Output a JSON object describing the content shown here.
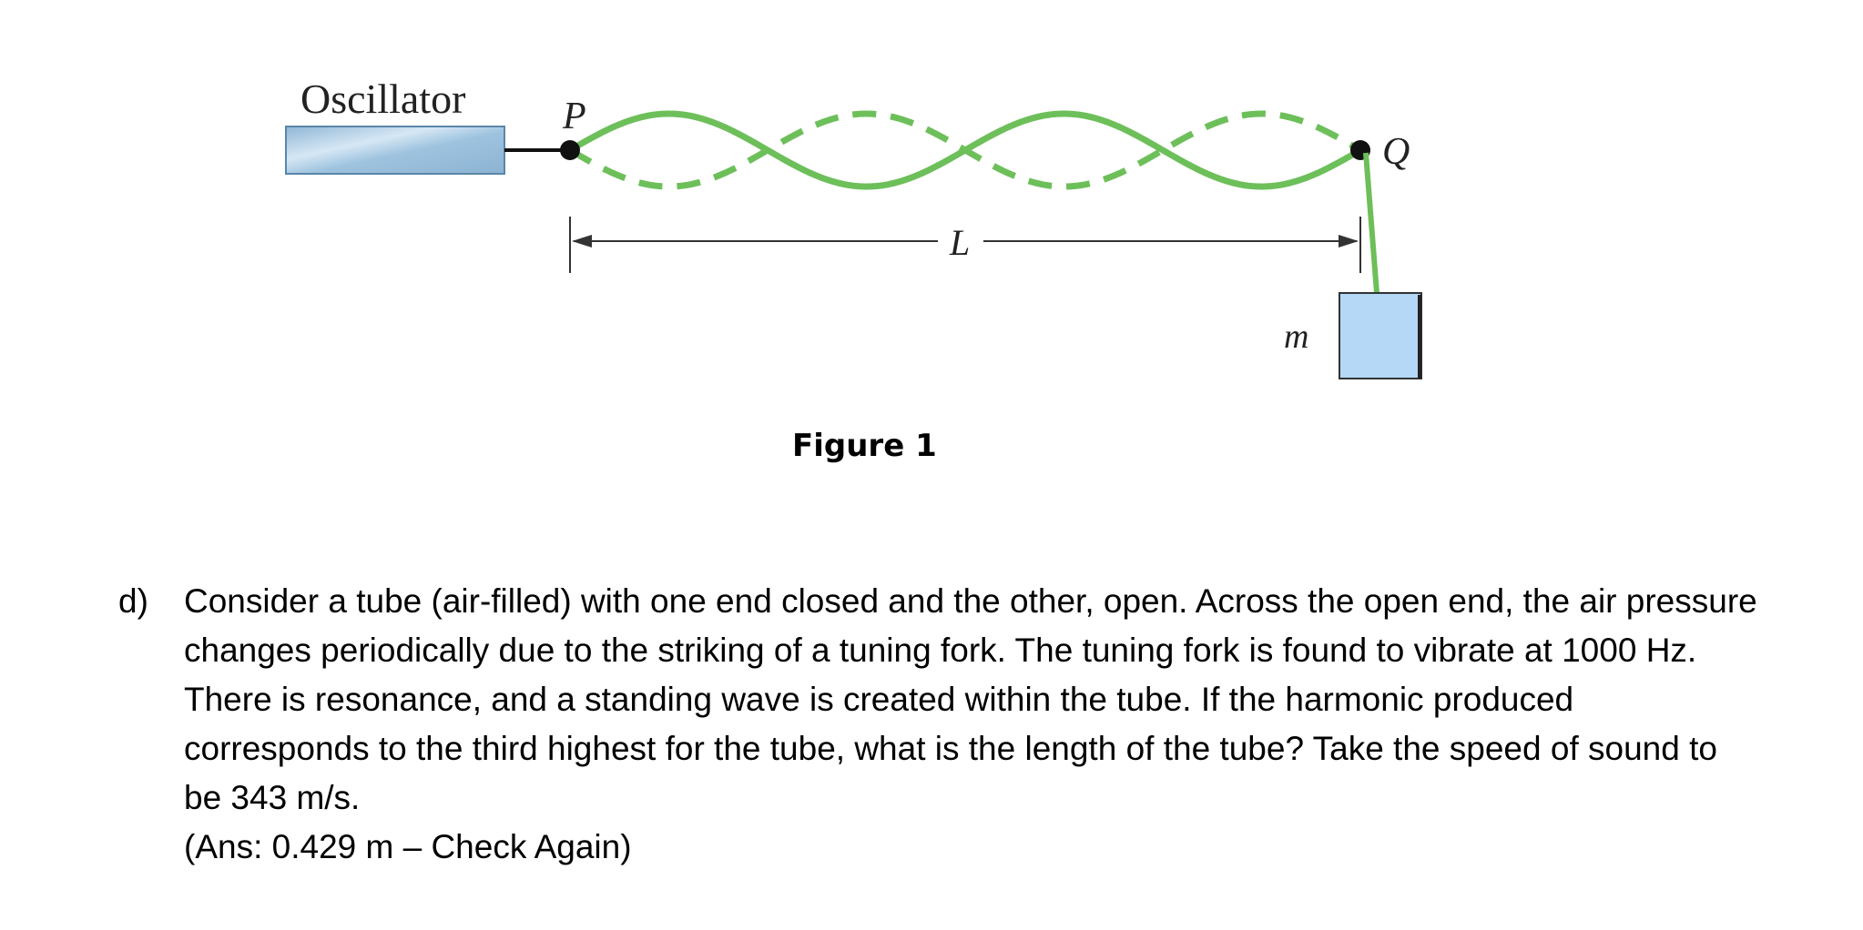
{
  "figure": {
    "oscillator_label": "Oscillator",
    "point_p_label": "P",
    "point_q_label": "Q",
    "length_label": "L",
    "mass_label": "m",
    "caption": "Figure 1",
    "colors": {
      "string": "#6dbf5a",
      "oscillator_fill": "#9ec3df",
      "mass_fill": "#b4d8f6",
      "outline": "#4a6f8f"
    }
  },
  "question": {
    "marker": "d)",
    "text": "Consider a tube (air-filled) with one end closed and the other, open. Across the open end, the air pressure changes periodically due to the striking of a tuning fork. The tuning fork is found to vibrate at 1000 Hz. There is resonance, and a standing wave is created within the tube. If the harmonic produced corresponds to the third highest for the tube, what is the length of the tube? Take the speed of sound to be 343 m/s.",
    "answer": "(Ans: 0.429 m – Check Again)"
  }
}
